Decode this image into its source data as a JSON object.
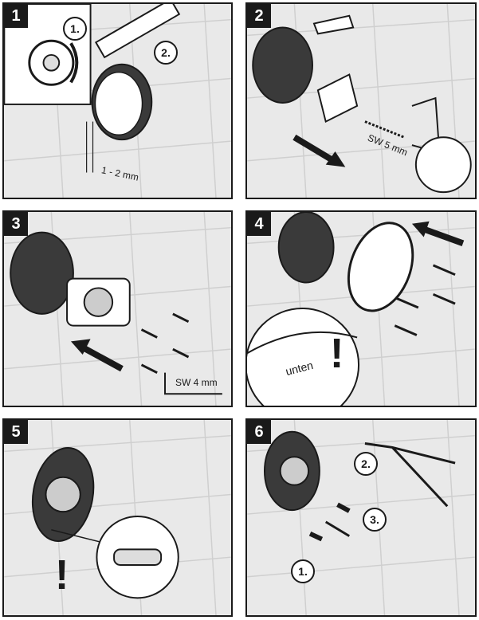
{
  "steps": [
    {
      "number": "1",
      "callouts": [
        "1.",
        "2."
      ],
      "dimension": "1 - 2 mm"
    },
    {
      "number": "2",
      "tool": "SW 5 mm"
    },
    {
      "number": "3",
      "tool": "SW 4 mm"
    },
    {
      "number": "4",
      "word": "unten",
      "alert": "!"
    },
    {
      "number": "5",
      "alert": "!"
    },
    {
      "number": "6",
      "callouts": [
        "1.",
        "2.",
        "3."
      ]
    }
  ]
}
